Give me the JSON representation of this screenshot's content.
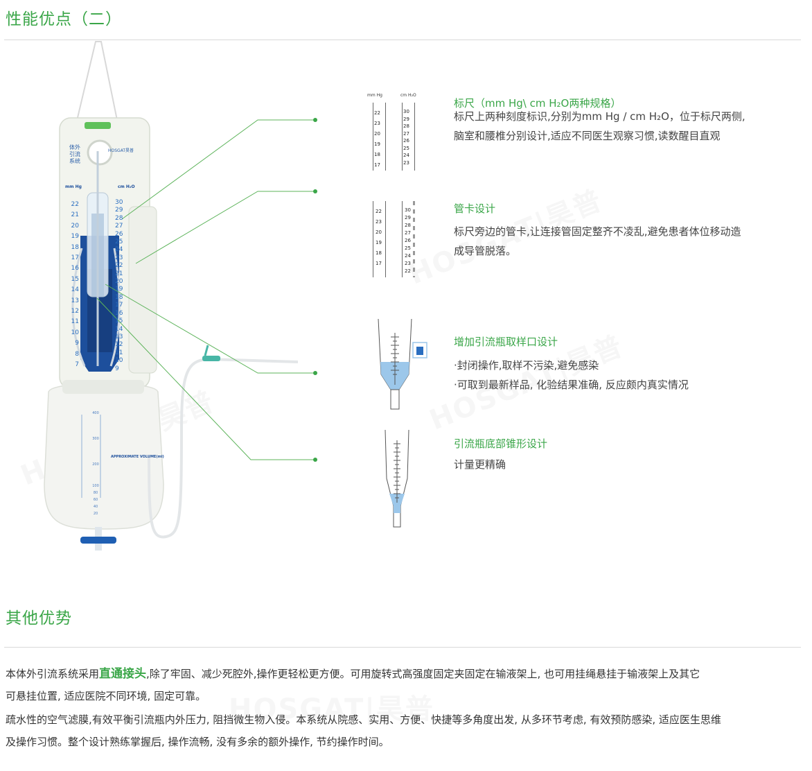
{
  "section1": {
    "title": "性能优点（二）"
  },
  "section2": {
    "title": "其他优势"
  },
  "colors": {
    "accent": "#3aa648",
    "blue": "#1a5fa8",
    "light_blue": "#9cc7ea"
  },
  "watermark": "HOSGAT|昊普",
  "device": {
    "label_system": [
      "体外",
      "引流",
      "系统"
    ],
    "brand": "HOSGAT昊普",
    "unit_left": "mm Hg",
    "unit_right": "cm H₂O",
    "scale_left": [
      "22",
      "21",
      "20",
      "19",
      "18",
      "17",
      "16",
      "15",
      "14",
      "13",
      "12",
      "11",
      "10",
      "9",
      "8",
      "7"
    ],
    "scale_right": [
      "30",
      "29",
      "28",
      "27",
      "26",
      "25",
      "24",
      "23",
      "22",
      "21",
      "20",
      "19",
      "18",
      "17",
      "16",
      "15",
      "14",
      "13",
      "12",
      "11",
      "10",
      "9"
    ],
    "bag_scale": [
      "400",
      "300",
      "200",
      "100",
      "80",
      "60",
      "40",
      "20"
    ],
    "bag_label": "APPROXIMATE VOLUME(ml)"
  },
  "ruler_fig": {
    "unit_left": "mm Hg",
    "unit_right": "cm H₂O",
    "left": [
      "22",
      "23",
      "20",
      "19",
      "18",
      "17"
    ],
    "right": [
      "30",
      "29",
      "28",
      "27",
      "26",
      "25",
      "24",
      "23"
    ]
  },
  "clip_fig": {
    "left": [
      "22",
      "23",
      "20",
      "19",
      "18",
      "17"
    ],
    "right": [
      "30",
      "29",
      "28",
      "27",
      "26",
      "25",
      "24",
      "23",
      "22"
    ]
  },
  "features": [
    {
      "title": "标尺（mm Hg\\ cm H₂O两种规格）",
      "body": [
        "标尺上两种刻度标识,分别为mm Hg / cm H₂O，位于标尺两侧,",
        "脑室和腰椎分别设计,适应不同医生观察习惯,读数醒目直观"
      ]
    },
    {
      "title": "管卡设计",
      "body": [
        "标尺旁边的管卡,让连接管固定整齐不凌乱,避免患者体位移动造",
        "成导管脱落。"
      ]
    },
    {
      "title": "增加引流瓶取样口设计",
      "body": [
        "·封闭操作,取样不污染,避免感染",
        "·可取到最新样品, 化验结果准确, 反应颇内真实情况"
      ]
    },
    {
      "title": "引流瓶底部锥形设计",
      "body": [
        "计量更精确"
      ]
    }
  ],
  "paragraph1": {
    "pre": "本体外引流系统采用",
    "highlight": "直通接头",
    "post": ",除了牢固、减少死腔外,操作更轻松更方便。可用旋转式高强度固定夹固定在输液架上, 也可用挂绳悬挂于输液架上及其它",
    "line2": "可悬挂位置, 适应医院不同环境, 固定可靠。"
  },
  "paragraph2": {
    "line1": "疏水性的空气滤膜,有效平衡引流瓶内外压力, 阻挡微生物入侵。本系统从院感、实用、方便、快捷等多角度出发, 从多环节考虑, 有效预防感染, 适应医生思维",
    "line2": "及操作习惯。整个设计熟练掌握后, 操作流畅, 没有多余的额外操作, 节约操作时间。"
  }
}
